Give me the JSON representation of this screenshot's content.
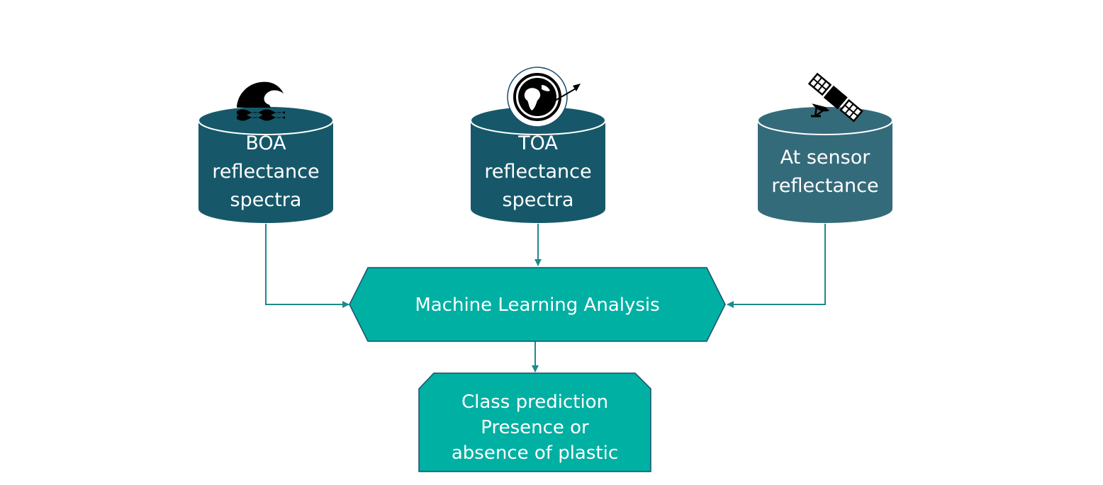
{
  "colors": {
    "boa_fill": "#16586A",
    "toa_fill": "#16586A",
    "sensor_fill": "#346B7B",
    "process_fill": "#00B0A3",
    "process_stroke": "#1B4E6E",
    "arrow": "#1E8A8C",
    "icon": "#000000"
  },
  "sources": [
    {
      "id": "boa",
      "icon": "wave-icon",
      "lines": [
        "BOA",
        "reflectance",
        "spectra"
      ]
    },
    {
      "id": "toa",
      "icon": "globe-arrow-icon",
      "lines": [
        "TOA",
        "reflectance",
        "spectra"
      ]
    },
    {
      "id": "sensor",
      "icon": "satellite-icon",
      "lines": [
        "At sensor",
        "reflectance"
      ]
    }
  ],
  "process": {
    "label": "Machine Learning Analysis"
  },
  "output": {
    "lines": [
      "Class prediction",
      "Presence or",
      "absence of plastic"
    ]
  }
}
